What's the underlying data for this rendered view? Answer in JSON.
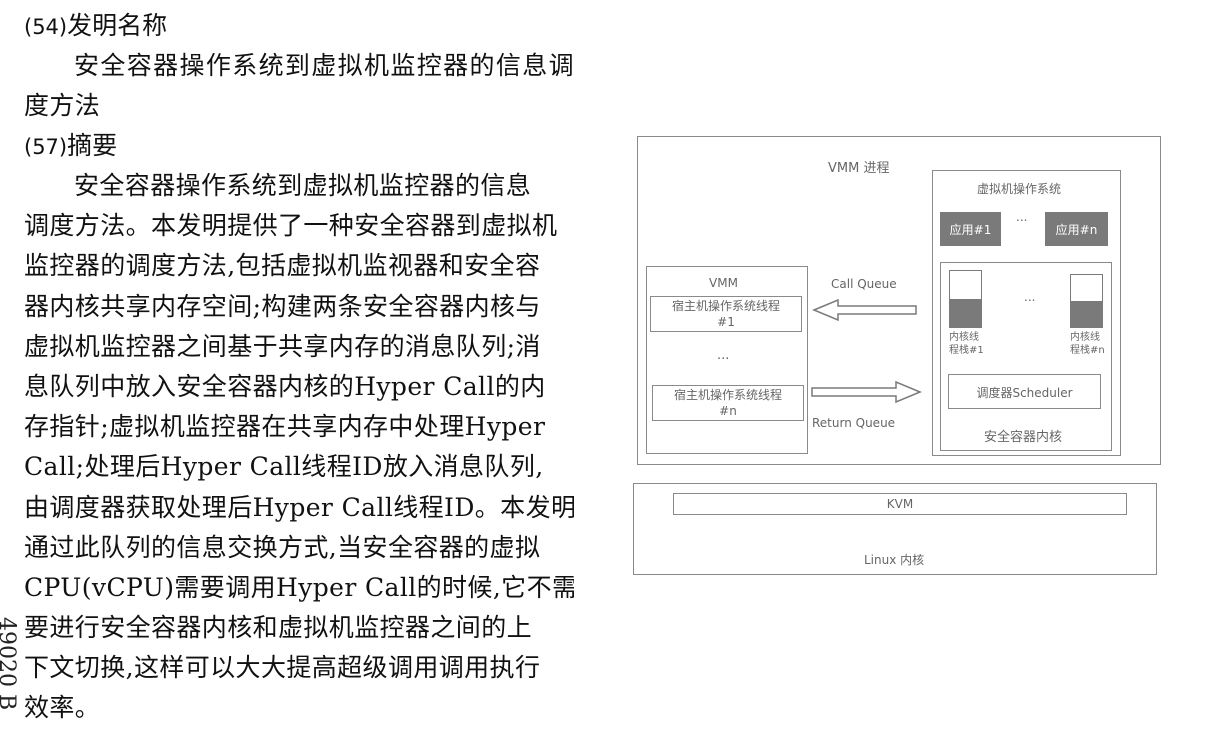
{
  "document": {
    "title_heading_num": "(54)",
    "title_heading_text": "发明名称",
    "title_text": "安全容器操作系统到虚拟机监控器的信息调度方法",
    "abstract_heading_num": "(57)",
    "abstract_heading_text": "摘要",
    "abstract_lines": [
      "安全容器操作系统到虚拟机监控器的信息",
      "调度方法。本发明提供了一种安全容器到虚拟机",
      "监控器的调度方法,包括虚拟机监视器和安全容",
      "器内核共享内存空间;构建两条安全容器内核与",
      "虚拟机监控器之间基于共享内存的消息队列;消",
      "息队列中放入安全容器内核的Hyper Call的内",
      "存指针;虚拟机监控器在共享内存中处理Hyper",
      "Call;处理后Hyper Call线程ID放入消息队列,",
      "由调度器获取处理后Hyper Call线程ID。本发明",
      "通过此队列的信息交换方式,当安全容器的虚拟",
      "CPU(vCPU)需要调用Hyper Call的时候,它不需",
      "要进行安全容器内核和虚拟机监控器之间的上",
      "下文切换,这样可以大大提高超级调用调用执行",
      "效率。"
    ],
    "side_code": "49020 B"
  },
  "diagram": {
    "vmm_process_label": "VMM 进程",
    "vmm_label": "VMM",
    "host_thread_1": "宿主机操作系统线程\n#1",
    "host_ellipsis": "...",
    "host_thread_n": "宿主机操作系统线程\n#n",
    "call_queue": "Call Queue",
    "return_queue": "Return Queue",
    "vm_os_label": "虚拟机操作系统",
    "app_1": "应用#1",
    "app_ellipsis": "...",
    "app_n": "应用#n",
    "kernel_stack_1": "内核线\n程栈#1",
    "kernel_stack_ellipsis": "...",
    "kernel_stack_n": "内核线\n程栈#n",
    "scheduler": "调度器Scheduler",
    "secure_kernel": "安全容器内核",
    "kvm": "KVM",
    "linux_kernel": "Linux 内核"
  }
}
